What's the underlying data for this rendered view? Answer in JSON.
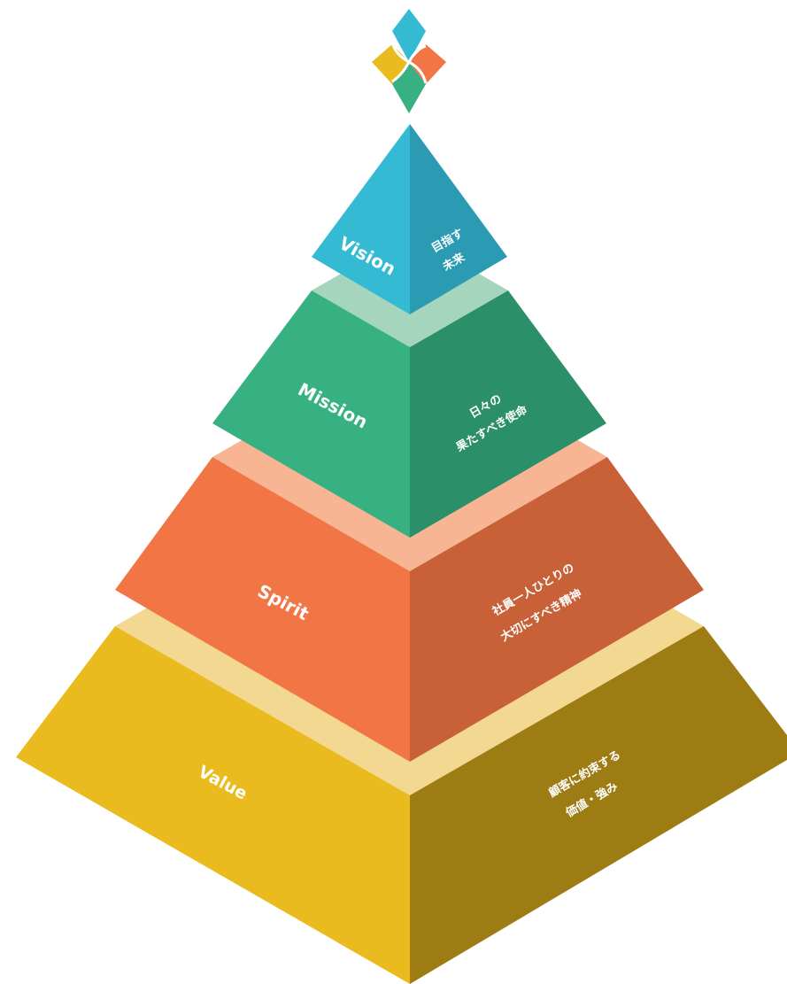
{
  "tiers": [
    {
      "name": "Vision",
      "desc_lines": [
        "目指す",
        "未来"
      ],
      "colors": {
        "left": "#34BAD2",
        "right": "#2A9BB2",
        "top": "#A4E3EA"
      }
    },
    {
      "name": "Mission",
      "desc_lines": [
        "日々の",
        "果たすべき使命"
      ],
      "colors": {
        "left": "#37B082",
        "right": "#2B8F69",
        "top": "#A5D5BC"
      }
    },
    {
      "name": "Spirit",
      "desc_lines": [
        "社員一人ひとりの",
        "大切にすべき精神"
      ],
      "colors": {
        "left": "#F27545",
        "right": "#C86138",
        "top": "#F8B594"
      }
    },
    {
      "name": "Value",
      "desc_lines": [
        "顧客に約束する",
        "価値・強み"
      ],
      "colors": {
        "left": "#E9BB1E",
        "right": "#9E7C14",
        "top": "#F2D890"
      }
    }
  ],
  "emblem": {
    "colors": {
      "top": "#34BAD2",
      "right": "#F27545",
      "bottom": "#37B082",
      "left": "#E9BB1E"
    }
  }
}
